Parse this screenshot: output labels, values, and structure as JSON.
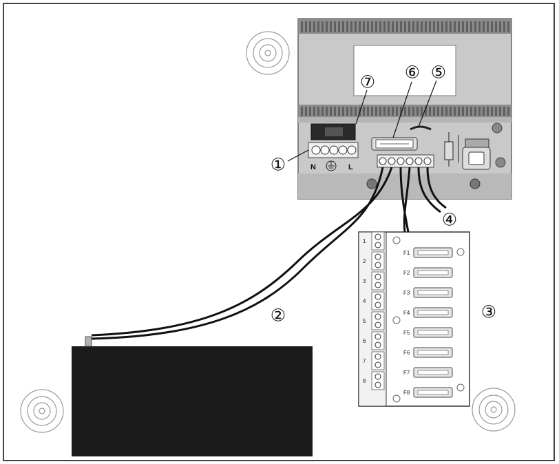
{
  "callouts": {
    "c1": "①",
    "c2": "②",
    "c3": "③",
    "c4": "④",
    "c5": "⑤",
    "c6": "⑥",
    "c7": "⑦"
  },
  "terminal_labels": {
    "neutral": "N",
    "line": "L"
  },
  "fuse_labels": [
    "F1",
    "F2",
    "F3",
    "F4",
    "F5",
    "F6",
    "F7",
    "F8"
  ],
  "channel_numbers": [
    "1",
    "2",
    "3",
    "4",
    "5",
    "6",
    "7",
    "8"
  ],
  "colors": {
    "frame": "#444444",
    "psu_body": "#c9c9c9",
    "psu_fins": "#7d7d7d",
    "battery": "#1b1b1b",
    "wire": "#111111"
  }
}
